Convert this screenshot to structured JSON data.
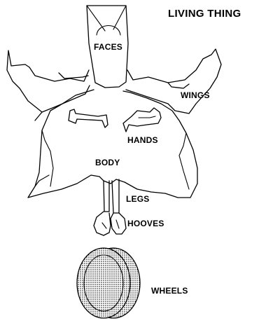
{
  "title": "LIVING THING",
  "labels": {
    "faces": "FACES",
    "wings": "WINGS",
    "hands": "HANDS",
    "body": "BODY",
    "legs": "LEGS",
    "hooves": "HOOVES",
    "wheels": "WHEELS"
  },
  "colors": {
    "ink": "#000000",
    "paper": "#ffffff",
    "wheel_fill": "#bdbdbd"
  }
}
